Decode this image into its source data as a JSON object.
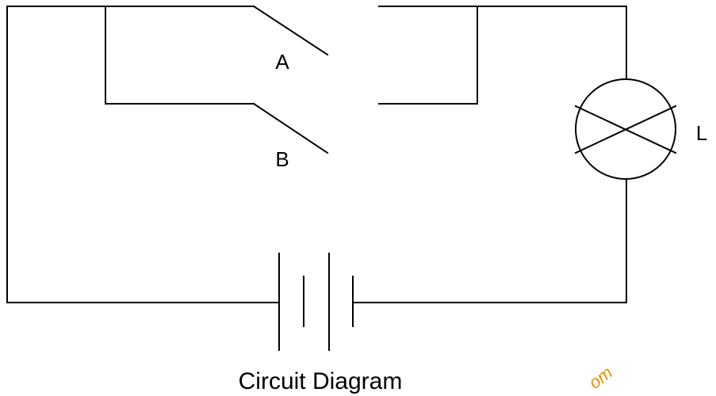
{
  "labels": {
    "switch_a": "A",
    "switch_b": "B",
    "lamp": "L"
  },
  "caption": "Circuit Diagram",
  "watermark": "om",
  "colors": {
    "line": "#000000",
    "watermark": "#e8900a"
  }
}
